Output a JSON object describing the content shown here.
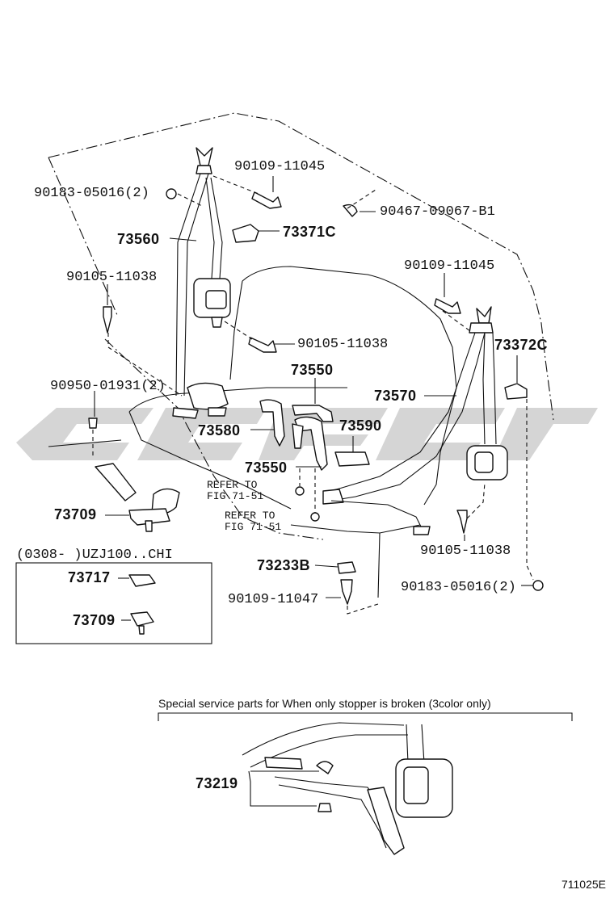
{
  "diagram": {
    "watermark": "",
    "figure_code": "711025E",
    "labels": {
      "p90183_top": "90183-05016(2)",
      "p90109_top": "90109-11045",
      "p90467": "90467-09067-B1",
      "p73560": "73560",
      "p73371C": "73371C",
      "p90105_left": "90105-11038",
      "p90109_right": "90109-11045",
      "p90105_mid": "90105-11038",
      "p73372C": "73372C",
      "p90950": "90950-01931(2)",
      "p73550_top": "73550",
      "p73570": "73570",
      "p73580": "73580",
      "p73590": "73590",
      "p73550_bottom": "73550",
      "refer1_a": "REFER TO",
      "refer1_b": "FIG 71-51",
      "refer2_a": "REFER TO",
      "refer2_b": "FIG 71-51",
      "p73709_top": "73709",
      "p73233B": "73233B",
      "p90105_right": "90105-11038",
      "p90109_bottom": "90109-11047",
      "p90183_right": "90183-05016(2)"
    },
    "inset": {
      "header": "(0308-        )UZJ100..CHI",
      "p73717": "73717",
      "p73709": "73709"
    },
    "special": {
      "note": "Special service parts for When only stopper is broken (3color only)",
      "p73219": "73219"
    }
  }
}
